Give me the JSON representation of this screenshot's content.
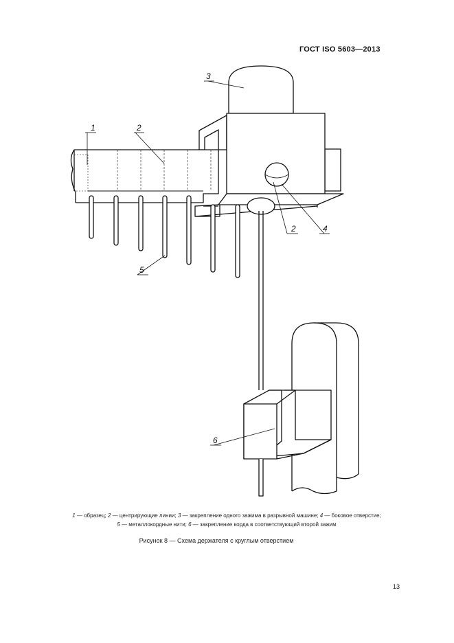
{
  "header": {
    "standard": "ГОСТ ISO 5603—2013"
  },
  "figure": {
    "callouts": [
      "1",
      "2",
      "3",
      "2",
      "4",
      "5",
      "6"
    ]
  },
  "legend": {
    "line1": [
      {
        "n": "1",
        "t": " — образец; "
      },
      {
        "n": "2",
        "t": " — центрирующие линии; "
      },
      {
        "n": "3",
        "t": " — закрепление одного зажима в разрывной машине; "
      },
      {
        "n": "4",
        "t": " — боковое отверстие;"
      }
    ],
    "line2": [
      {
        "n": "5",
        "t": " — металлокордные нити; "
      },
      {
        "n": "6",
        "t": " — закрепление корда в соответствующий второй зажим"
      }
    ]
  },
  "caption": "Рисунок 8 — Схема держателя с круглым отверстием",
  "page_number": "13"
}
